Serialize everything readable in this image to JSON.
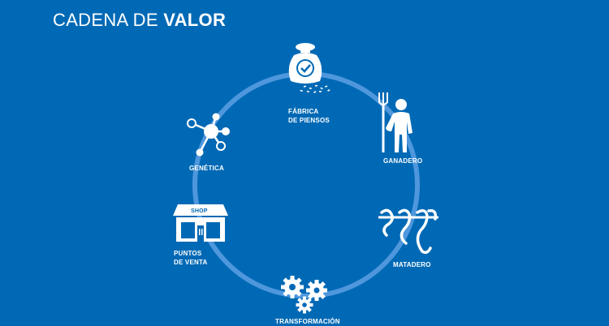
{
  "title": {
    "light": "CADENA DE ",
    "bold": "VALOR"
  },
  "colors": {
    "background": "#0069b5",
    "ring": "#4f97dd",
    "icon": "#ffffff"
  },
  "stages": [
    {
      "id": "fabrica",
      "label_line1": "FÁBRICA",
      "label_line2": "DE PIENSOS",
      "icon": "feed-sack-icon"
    },
    {
      "id": "ganadero",
      "label_line1": "GANADERO",
      "icon": "farmer-pitchfork-icon"
    },
    {
      "id": "matadero",
      "label_line1": "MATADERO",
      "icon": "meat-hooks-icon"
    },
    {
      "id": "transformacion",
      "label_line1": "TRANSFORMACIÓN",
      "icon": "gears-icon"
    },
    {
      "id": "puntos",
      "label_line1": "PUNTOS",
      "label_line2": "DE VENTA",
      "icon": "shop-icon",
      "shop_sign": "SHOP"
    },
    {
      "id": "genetica",
      "label_line1": "GENÉTICA",
      "icon": "molecule-icon"
    }
  ]
}
